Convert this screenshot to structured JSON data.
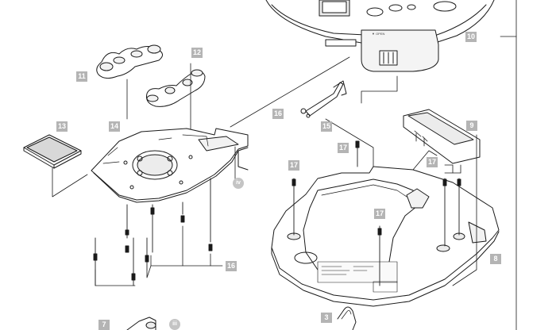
{
  "callouts": [
    "13",
    "14",
    "11",
    "12",
    "16",
    "15",
    "17",
    "9",
    "8",
    "10",
    "7",
    "3"
  ],
  "circle_callouts": [
    "iv",
    "iii"
  ],
  "device_text": {
    "open_label": "▼ OPEN"
  },
  "colors": {
    "line": "#1a1a1a",
    "callout_bg": "#b4b4b4",
    "shading": "#d8d8d8"
  }
}
